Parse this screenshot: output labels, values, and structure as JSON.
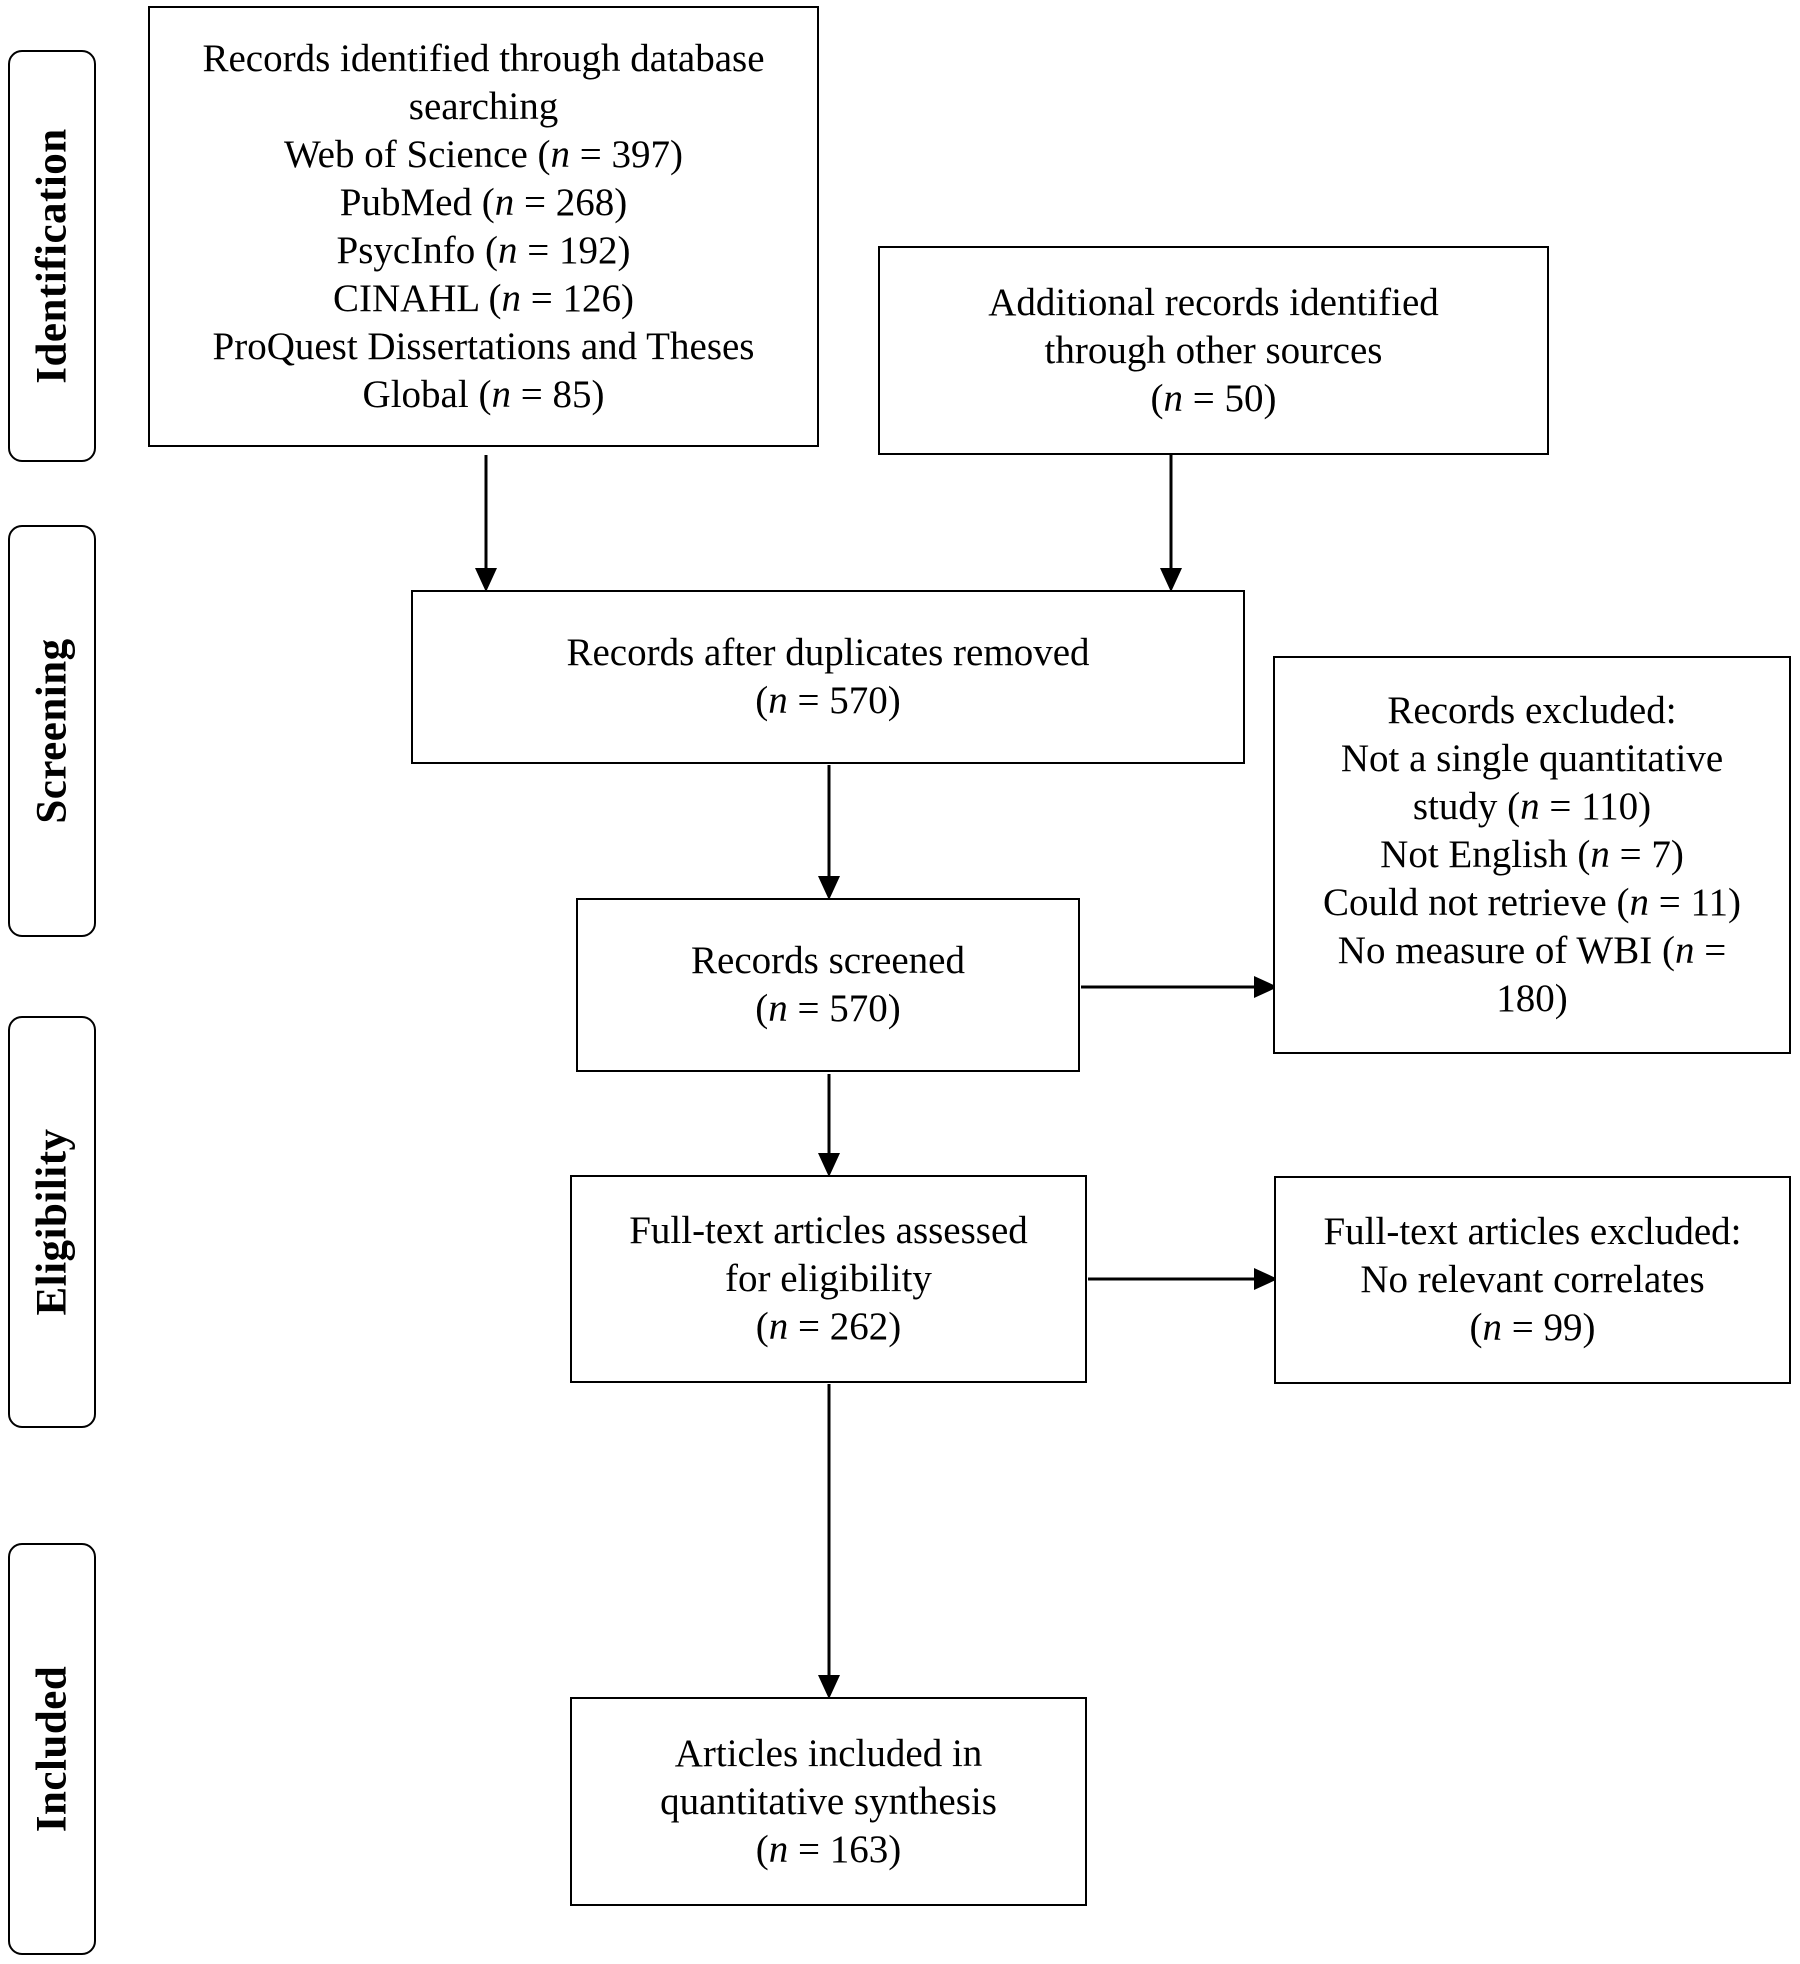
{
  "stages": {
    "identification": "Identification",
    "screening": "Screening",
    "eligibility": "Eligibility",
    "included": "Included"
  },
  "database_search": {
    "line1": "Records identified through database",
    "line2": "searching",
    "sources": [
      {
        "name": "Web of Science (",
        "n": "397"
      },
      {
        "name": "PubMed (",
        "n": "268"
      },
      {
        "name": "PsycInfo (",
        "n": "192"
      },
      {
        "name": "CINAHL (",
        "n": "126"
      },
      {
        "name": "ProQuest Dissertations and Theses",
        "n": ""
      },
      {
        "name": "Global (",
        "n": "85"
      }
    ]
  },
  "other_sources": {
    "line1": "Additional records identified",
    "line2": "through other sources",
    "n": "50"
  },
  "duplicates_removed": {
    "line1": "Records after duplicates removed",
    "n": "570"
  },
  "screened": {
    "line1": "Records screened",
    "n": "570"
  },
  "excluded_records": {
    "line1": "Records excluded:",
    "line2": "Not a single quantitative",
    "line3_pre": "study (",
    "line3_n": "110",
    "line4_pre": "Not English (",
    "line4_n": "7",
    "line5_pre": "Could not retrieve (",
    "line5_n": "11",
    "line6_pre": "No measure of WBI (",
    "line7": "180)"
  },
  "full_text_assessed": {
    "line1": "Full-text articles assessed",
    "line2": "for eligibility",
    "n": "262"
  },
  "full_text_excluded": {
    "line1": "Full-text articles excluded:",
    "line2": "No relevant correlates",
    "n": "99"
  },
  "included_articles": {
    "line1": "Articles included in",
    "line2": "quantitative synthesis",
    "n": "163"
  },
  "symbols": {
    "n": "n",
    "eq": " = ",
    "close": ")",
    "open": "(",
    "eq_trail": " ="
  }
}
